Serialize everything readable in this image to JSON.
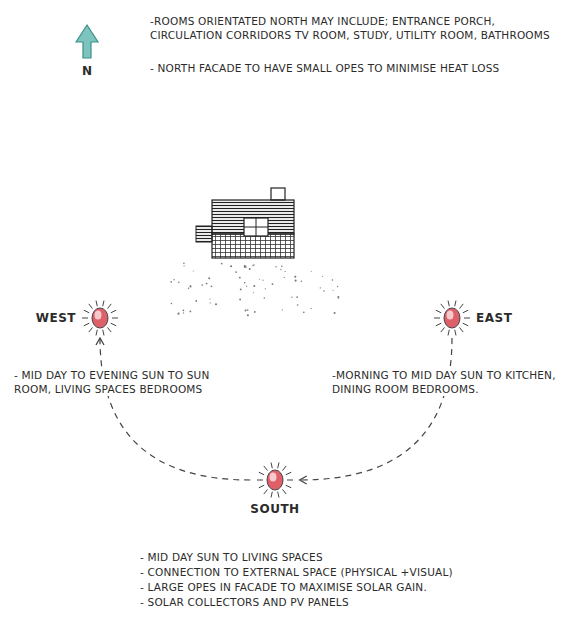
{
  "diagram": {
    "nodes": [
      {
        "text": [
          "WEST"
        ]
      },
      {
        "text": [
          "EAST"
        ]
      },
      {
        "text": [
          "SOUTH"
        ]
      }
    ],
    "edges": [
      {
        "from": 1,
        "to": 2,
        "arrow": "to"
      },
      {
        "from": 2,
        "to": 0,
        "arrow": "to"
      }
    ],
    "labels": [
      "N",
      "-ROOMS ORIENTATED NORTH MAY INCLUDE; ENTRANCE PORCH, CIRCULATION CORRIDORS TV ROOM, STUDY, UTILITY ROOM, BATHROOMS",
      "- NORTH FACADE TO HAVE SMALL OPES TO MINIMISE HEAT LOSS",
      "- MID DAY TO EVENING SUN TO SUN ROOM, LIVING SPACES BEDROOMS",
      "-MORNING TO MID DAY SUN TO KITCHEN, DINING ROOM BEDROOMS.",
      "- MID DAY SUN TO LIVING SPACES",
      "- CONNECTION TO EXTERNAL SPACE (PHYSICAL +VISUAL)",
      "- LARGE OPES IN FACADE TO MAXIMISE SOLAR GAIN.",
      "- SOLAR COLLECTORS AND PV PANELS"
    ]
  }
}
